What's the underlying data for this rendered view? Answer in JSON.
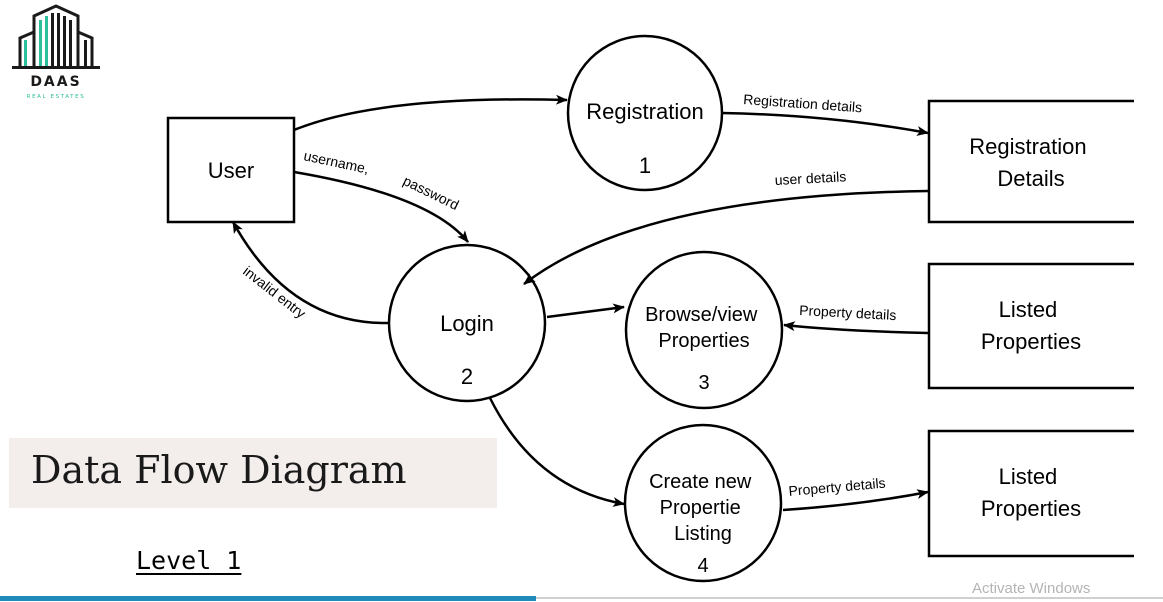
{
  "brand": {
    "name": "DAAS",
    "tagline": "REAL ESTATES",
    "icon": "building-logo-icon",
    "accent_color": "#2bbf9b"
  },
  "slide": {
    "title": "Data Flow Diagram",
    "subtitle": "Level 1"
  },
  "diagram": {
    "external_entities": {
      "user": "User",
      "registration_details": "Registration Details",
      "listed_properties_1": "Listed Properties",
      "listed_properties_2": "Listed Properties"
    },
    "processes": {
      "registration": {
        "label": "Registration",
        "number": "1"
      },
      "login": {
        "label": "Login",
        "number": "2"
      },
      "browse": {
        "label": "Browse/view Properties",
        "number": "3"
      },
      "create": {
        "label": "Create new Propertie Listing",
        "number": "4"
      }
    },
    "flows": {
      "registration_details": "Registration details",
      "user_details": "user details",
      "username": "username,",
      "password": "password",
      "invalid_entry": "invalid entry",
      "property_details_browse": "Property details",
      "property_details_create": "Property details"
    }
  },
  "system": {
    "watermark": "Activate Windows",
    "accent_color": "#1f8bb8"
  }
}
